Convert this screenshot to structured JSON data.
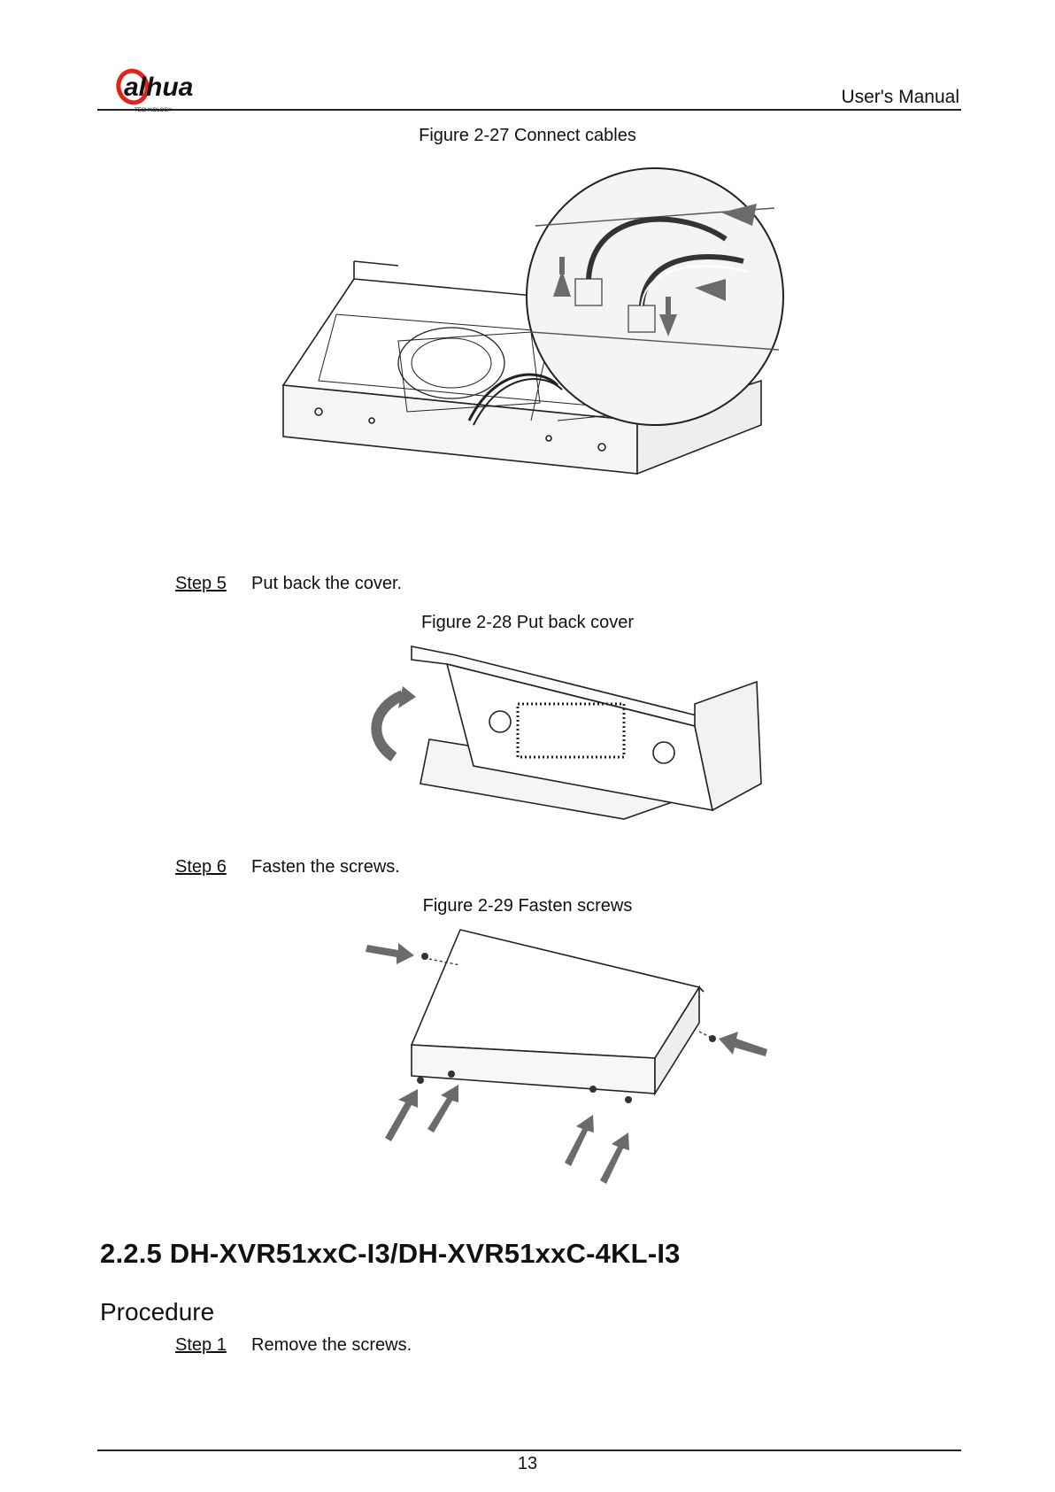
{
  "header": {
    "logo_text": "alhua",
    "logo_sub": "TECHNOLOGY",
    "manual_label": "User's Manual"
  },
  "figures": [
    {
      "caption": "Figure 2-27 Connect cables"
    },
    {
      "caption": "Figure 2-28 Put back cover"
    },
    {
      "caption": "Figure 2-29 Fasten screws"
    }
  ],
  "steps": [
    {
      "label": "Step 5",
      "text": "Put back the cover."
    },
    {
      "label": "Step 6",
      "text": "Fasten the screws."
    },
    {
      "label": "Step 1",
      "text": "Remove the screws."
    }
  ],
  "section": {
    "heading": "2.2.5 DH-XVR51xxC-I3/DH-XVR51xxC-4KL-I3",
    "subheading": "Procedure"
  },
  "footer": {
    "page_number": "13"
  },
  "colors": {
    "brand_red": "#e2231a",
    "arrow_gray": "#6b6b6b"
  }
}
